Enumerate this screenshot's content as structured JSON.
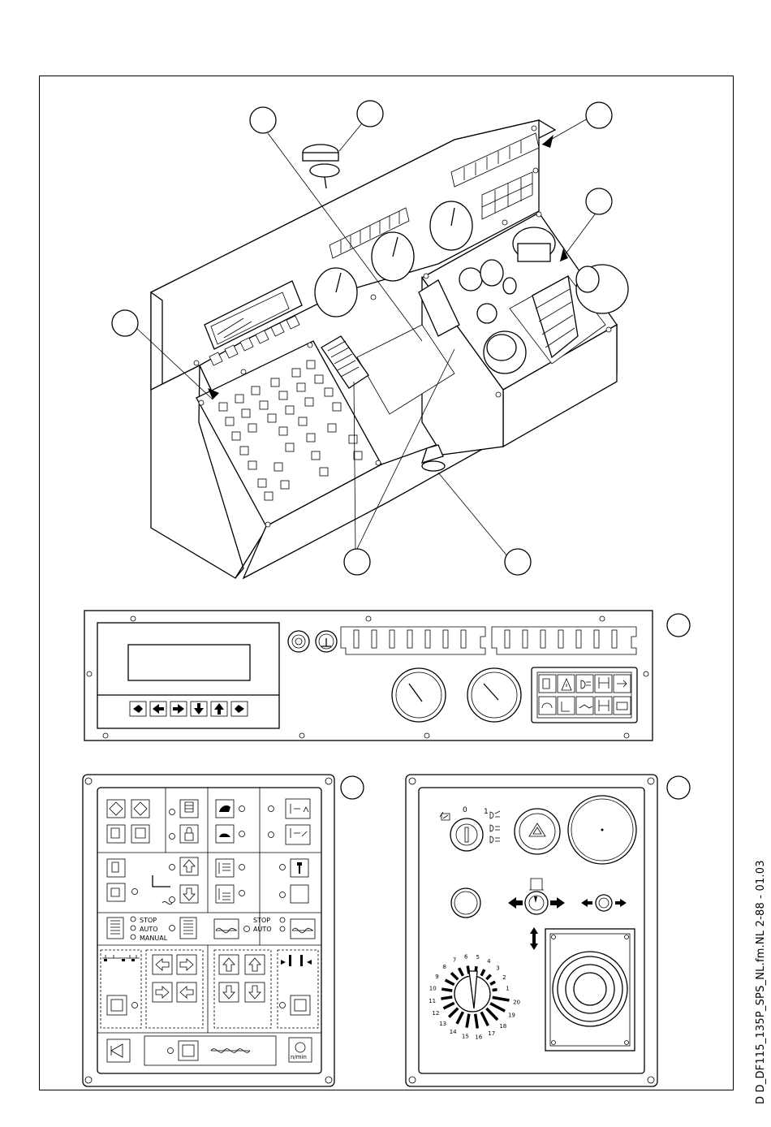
{
  "document": {
    "side_code": "D D_DF115_135P_SPS_NL.fm.NL 2-88 - 01.03"
  },
  "callouts": [
    {
      "name": "callout-top-left",
      "label": ""
    },
    {
      "name": "callout-top-center",
      "label": ""
    },
    {
      "name": "callout-top-right",
      "label": ""
    },
    {
      "name": "callout-right-joystick",
      "label": ""
    },
    {
      "name": "callout-left-keypad",
      "label": ""
    },
    {
      "name": "callout-bottom-left",
      "label": ""
    },
    {
      "name": "callout-bottom-right",
      "label": ""
    },
    {
      "name": "callout-dashboard",
      "label": ""
    },
    {
      "name": "callout-keypad",
      "label": ""
    },
    {
      "name": "callout-control-panel",
      "label": ""
    }
  ],
  "keypad": {
    "mode_labels_1": [
      "STOP",
      "AUTO",
      "MANUAL"
    ],
    "mode_labels_2": [
      "STOP",
      "AUTO"
    ],
    "rpm_label": "n/min"
  },
  "control_panel": {
    "key_switch_positions": [
      "0",
      "1"
    ],
    "dial_numbers": [
      "1",
      "2",
      "3",
      "4",
      "5",
      "6",
      "7",
      "8",
      "9",
      "10",
      "11",
      "12",
      "13",
      "14",
      "15",
      "16",
      "17",
      "18",
      "19",
      "20"
    ],
    "dial_selected": "16"
  }
}
